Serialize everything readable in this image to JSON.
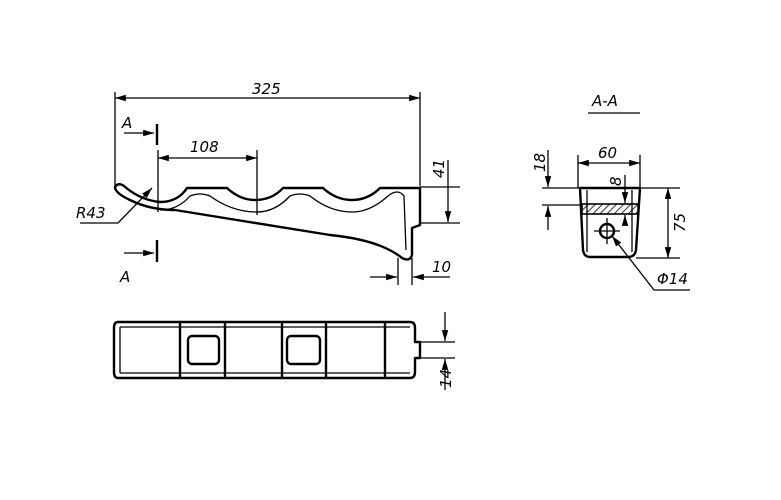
{
  "drawing": {
    "side_view": {
      "overall_length": "325",
      "pitch": "108",
      "radius": "R43",
      "height": "41",
      "plate_thickness": "10",
      "section_mark": "A"
    },
    "section": {
      "title": "A-A",
      "width": "60",
      "top_offset": "18",
      "wall": "8",
      "height": "75",
      "hole": "Φ14"
    },
    "plan_view": {
      "notch": "14"
    }
  }
}
